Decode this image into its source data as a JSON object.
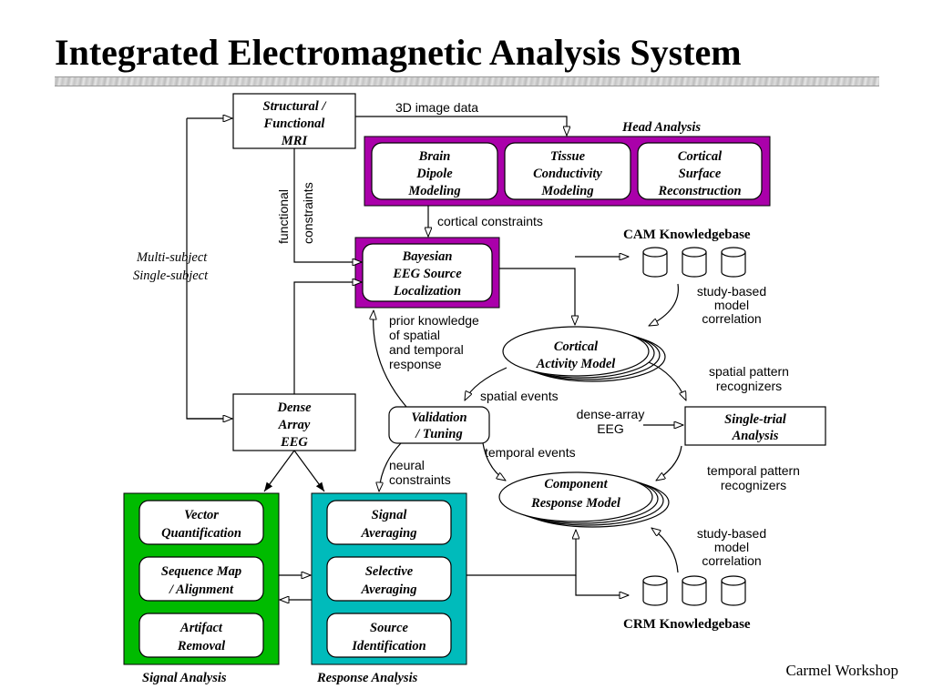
{
  "title": "Integrated Electromagnetic Analysis System",
  "footer": "Carmel Workshop",
  "colors": {
    "head_analysis": "#aa00aa",
    "signal_analysis": "#00bb00",
    "response_analysis": "#00bbbb"
  },
  "boxes": {
    "mri": [
      "Structural /",
      "Functional",
      "MRI"
    ],
    "brain_dipole": [
      "Brain",
      "Dipole",
      "Modeling"
    ],
    "tissue": [
      "Tissue",
      "Conductivity",
      "Modeling"
    ],
    "cortical_surface": [
      "Cortical",
      "Surface",
      "Reconstruction"
    ],
    "bayesian": [
      "Bayesian",
      "EEG Source",
      "Localization"
    ],
    "dense_eeg": [
      "Dense",
      "Array",
      "EEG"
    ],
    "validation": [
      "Validation",
      "/ Tuning"
    ],
    "single_trial": [
      "Single-trial",
      "Analysis"
    ],
    "vector": [
      "Vector",
      "Quantification"
    ],
    "sequence": [
      "Sequence Map",
      "/ Alignment"
    ],
    "artifact": [
      "Artifact",
      "Removal"
    ],
    "signal_avg": [
      "Signal",
      "Averaging"
    ],
    "selective_avg": [
      "Selective",
      "Averaging"
    ],
    "source_id": [
      "Source",
      "Identification"
    ],
    "cortical_model": [
      "Cortical",
      "Activity Model"
    ],
    "component_model": [
      "Component",
      "Response Model"
    ]
  },
  "group_titles": {
    "head": "Head Analysis",
    "signal": "Signal Analysis",
    "response": "Response Analysis"
  },
  "knowledgebases": {
    "cam": "CAM Knowledgebase",
    "crm": "CRM Knowledgebase"
  },
  "labels": {
    "image_data": "3D image data",
    "cortical_constraints": "cortical constraints",
    "functional": "functional",
    "constraints": "constraints",
    "multi_subject": "Multi-subject",
    "single_subject": "Single-subject",
    "prior_knowledge": [
      "prior knowledge",
      "of spatial",
      "and temporal",
      "response"
    ],
    "study_based_1": [
      "study-based",
      "model",
      "correlation"
    ],
    "study_based_2": [
      "study-based",
      "model",
      "correlation"
    ],
    "spatial_events": "spatial events",
    "spatial_recognizers": [
      "spatial pattern",
      "recognizers"
    ],
    "dense_array_eeg": [
      "dense-array",
      "EEG"
    ],
    "temporal_events": "temporal events",
    "neural_constraints": [
      "neural",
      "constraints"
    ],
    "temporal_recognizers": [
      "temporal pattern",
      "recognizers"
    ]
  }
}
